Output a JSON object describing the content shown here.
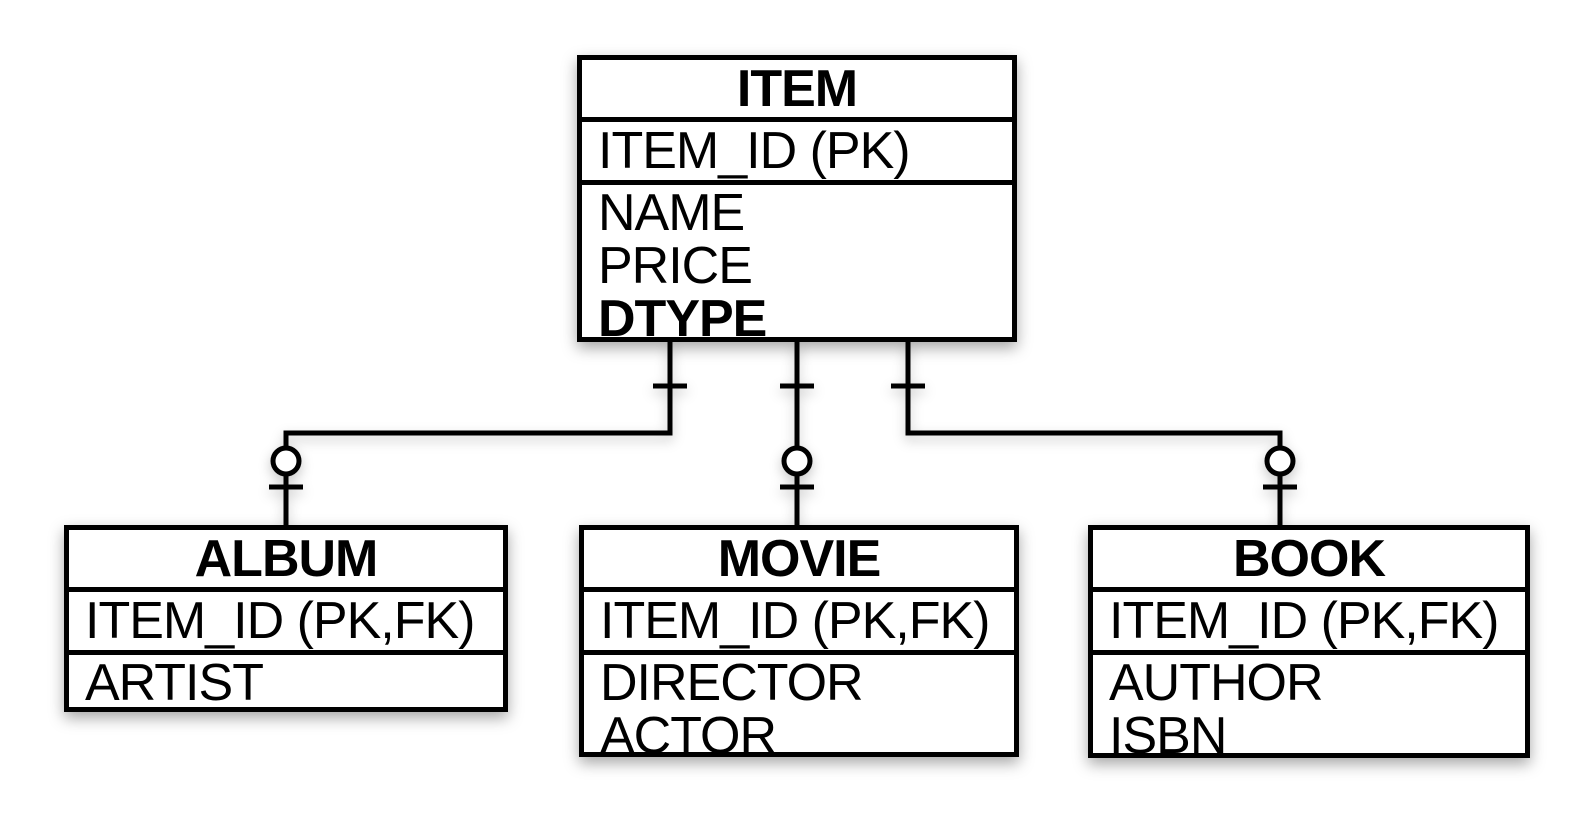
{
  "colors": {
    "line": "#000000",
    "background": "#ffffff",
    "entity_fill": "#ffffff",
    "text": "#000000"
  },
  "entities": {
    "item": {
      "name": "ITEM",
      "key": "ITEM_ID (PK)",
      "attributes": [
        "NAME",
        "PRICE",
        "DTYPE"
      ],
      "emphasized_attribute": "DTYPE"
    },
    "album": {
      "name": "ALBUM",
      "key": "ITEM_ID (PK,FK)",
      "attributes": [
        "ARTIST"
      ]
    },
    "movie": {
      "name": "MOVIE",
      "key": "ITEM_ID (PK,FK)",
      "attributes": [
        "DIRECTOR",
        "ACTOR"
      ]
    },
    "book": {
      "name": "BOOK",
      "key": "ITEM_ID (PK,FK)",
      "attributes": [
        "AUTHOR",
        "ISBN"
      ]
    }
  },
  "relationships": [
    {
      "parent": "ITEM",
      "child": "ALBUM",
      "parent_cardinality": "exactly-one",
      "child_cardinality": "zero-or-one"
    },
    {
      "parent": "ITEM",
      "child": "MOVIE",
      "parent_cardinality": "exactly-one",
      "child_cardinality": "zero-or-one"
    },
    {
      "parent": "ITEM",
      "child": "BOOK",
      "parent_cardinality": "exactly-one",
      "child_cardinality": "zero-or-one"
    }
  ]
}
